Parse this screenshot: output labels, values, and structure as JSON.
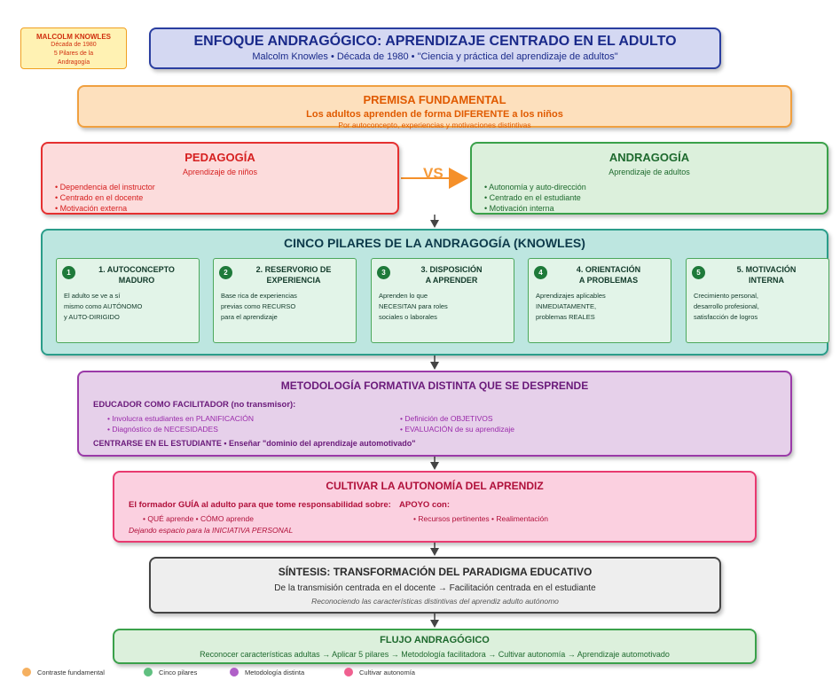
{
  "note": {
    "line1": "MALCOLM KNOWLES",
    "line2": "Década de 1980",
    "line3": "5 Pilares de la",
    "line4": "Andragogía"
  },
  "header": {
    "title": "ENFOQUE ANDRAGÓGICO: APRENDIZAJE CENTRADO EN EL ADULTO",
    "subtitle": "Malcolm Knowles • Década de 1980 • \"Ciencia y práctica del aprendizaje de adultos\""
  },
  "premise": {
    "title": "PREMISA FUNDAMENTAL",
    "line1": "Los adultos aprenden de forma DIFERENTE a los niños",
    "line2": "Por autoconcepto, experiencias y motivaciones distintivas"
  },
  "pedagogy": {
    "title": "PEDAGOGÍA",
    "subtitle": "Aprendizaje de niños",
    "items": [
      "• Dependencia del instructor",
      "• Centrado en el docente",
      "• Motivación externa"
    ]
  },
  "vs_label": "VS",
  "andragogy": {
    "title": "ANDRAGOGÍA",
    "subtitle": "Aprendizaje de adultos",
    "items": [
      "• Autonomía y auto-dirección",
      "• Centrado en el estudiante",
      "• Motivación interna"
    ]
  },
  "pillars": {
    "title": "CINCO PILARES DE LA ANDRAGOGÍA (KNOWLES)",
    "items": [
      {
        "num": "1",
        "title1": "1. AUTOCONCEPTO",
        "title2": "MADURO",
        "desc1": "El adulto se ve a sí",
        "desc2": "mismo como AUTÓNOMO",
        "desc3": "y AUTO-DIRIGIDO"
      },
      {
        "num": "2",
        "title1": "2. RESERVORIO DE",
        "title2": "EXPERIENCIA",
        "desc1": "Base rica de experiencias",
        "desc2": "previas como RECURSO",
        "desc3": "para el aprendizaje"
      },
      {
        "num": "3",
        "title1": "3. DISPOSICIÓN",
        "title2": "A APRENDER",
        "desc1": "Aprenden lo que",
        "desc2": "NECESITAN para roles",
        "desc3": "sociales o laborales"
      },
      {
        "num": "4",
        "title1": "4. ORIENTACIÓN",
        "title2": "A PROBLEMAS",
        "desc1": "Aprendizajes aplicables",
        "desc2": "INMEDIATAMENTE,",
        "desc3": "problemas REALES"
      },
      {
        "num": "5",
        "title1": "5. MOTIVACIÓN",
        "title2": "INTERNA",
        "desc1": "Crecimiento personal,",
        "desc2": "desarrollo profesional,",
        "desc3": "satisfacción de logros"
      }
    ]
  },
  "methodology": {
    "title": "METODOLOGÍA FORMATIVA DISTINTA QUE SE DESPRENDE",
    "role": "EDUCADOR COMO FACILITADOR (no transmisor):",
    "left_items": [
      "• Involucra estudiantes en PLANIFICACIÓN",
      "• Diagnóstico de NECESIDADES"
    ],
    "right_items": [
      "• Definición de OBJETIVOS",
      "• EVALUACIÓN de su aprendizaje"
    ],
    "focus": "CENTRARSE EN EL ESTUDIANTE • Enseñar \"dominio del aprendizaje automotivado\""
  },
  "autonomy": {
    "title": "CULTIVAR LA AUTONOMÍA DEL APRENDIZ",
    "guide": "El formador GUÍA al adulto para que tome responsabilidad sobre:",
    "guide_items": "• QUÉ aprende • CÓMO aprende",
    "italic": "Dejando espacio para la INICIATIVA PERSONAL",
    "support": "APOYO con:",
    "support_items": "• Recursos pertinentes • Realimentación"
  },
  "synthesis": {
    "title": "SÍNTESIS: TRANSFORMACIÓN DEL PARADIGMA EDUCATIVO",
    "line1": "De la transmisión centrada en el docente → Facilitación centrada en el estudiante",
    "line2": "Reconociendo las características distintivas del aprendiz adulto autónomo"
  },
  "flow": {
    "title": "FLUJO ANDRAGÓGICO",
    "line1": "Reconocer características adultas → Aplicar 5 pilares → Metodología facilitadora → Cultivar autonomía → Aprendizaje automotivado"
  },
  "legend": [
    {
      "label": "Contraste fundamental",
      "color": "#f5b060"
    },
    {
      "label": "Cinco pilares",
      "color": "#60c080"
    },
    {
      "label": "Metodología distinta",
      "color": "#b060c8"
    },
    {
      "label": "Cultivar autonomía",
      "color": "#f06090"
    }
  ],
  "colors": {
    "arrow": "#444444",
    "vs_arrow": "#f5902a"
  }
}
